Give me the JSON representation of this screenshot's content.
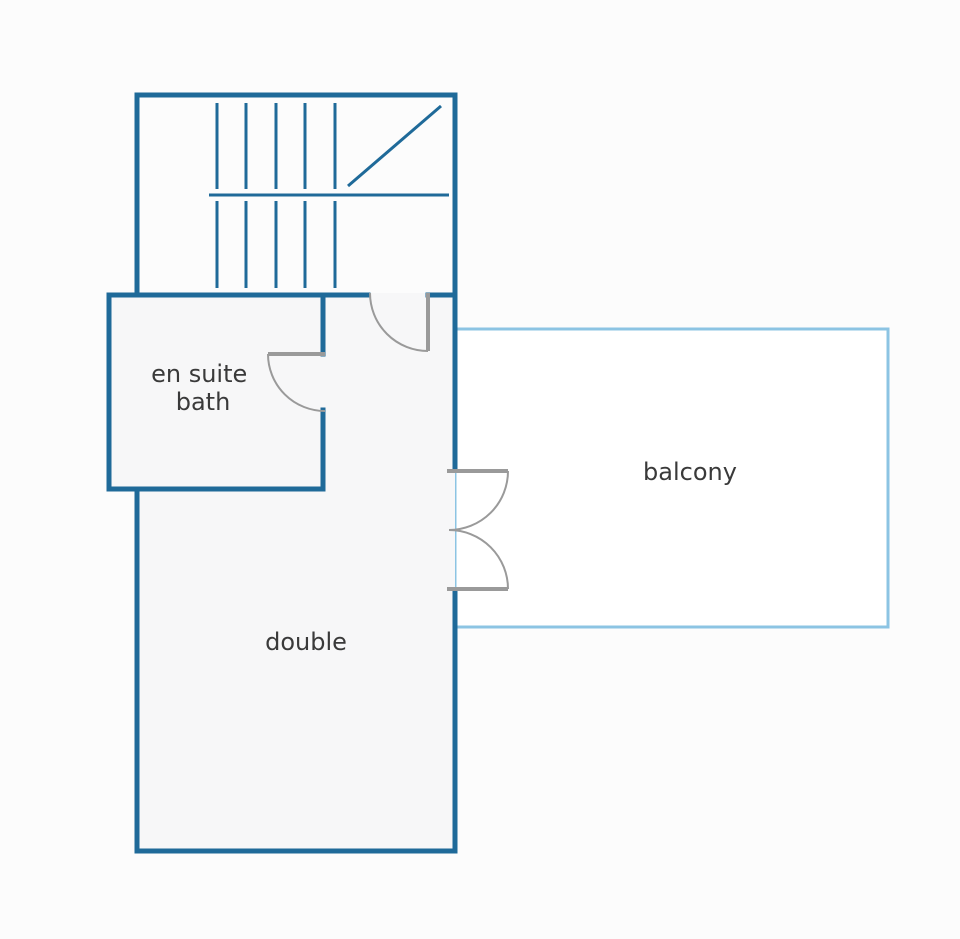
{
  "rooms": {
    "ensuite": {
      "line1": "en suite",
      "line2": "bath"
    },
    "double": {
      "label": "double"
    },
    "balcony": {
      "label": "balcony"
    }
  },
  "colors": {
    "background": "#fcfcfc",
    "wall": "#1f6a99",
    "balcony_outline": "#8cc4e3",
    "door": "#9a9a9a",
    "room_fill": "#f7f7f8",
    "text": "#3a3a3a"
  }
}
